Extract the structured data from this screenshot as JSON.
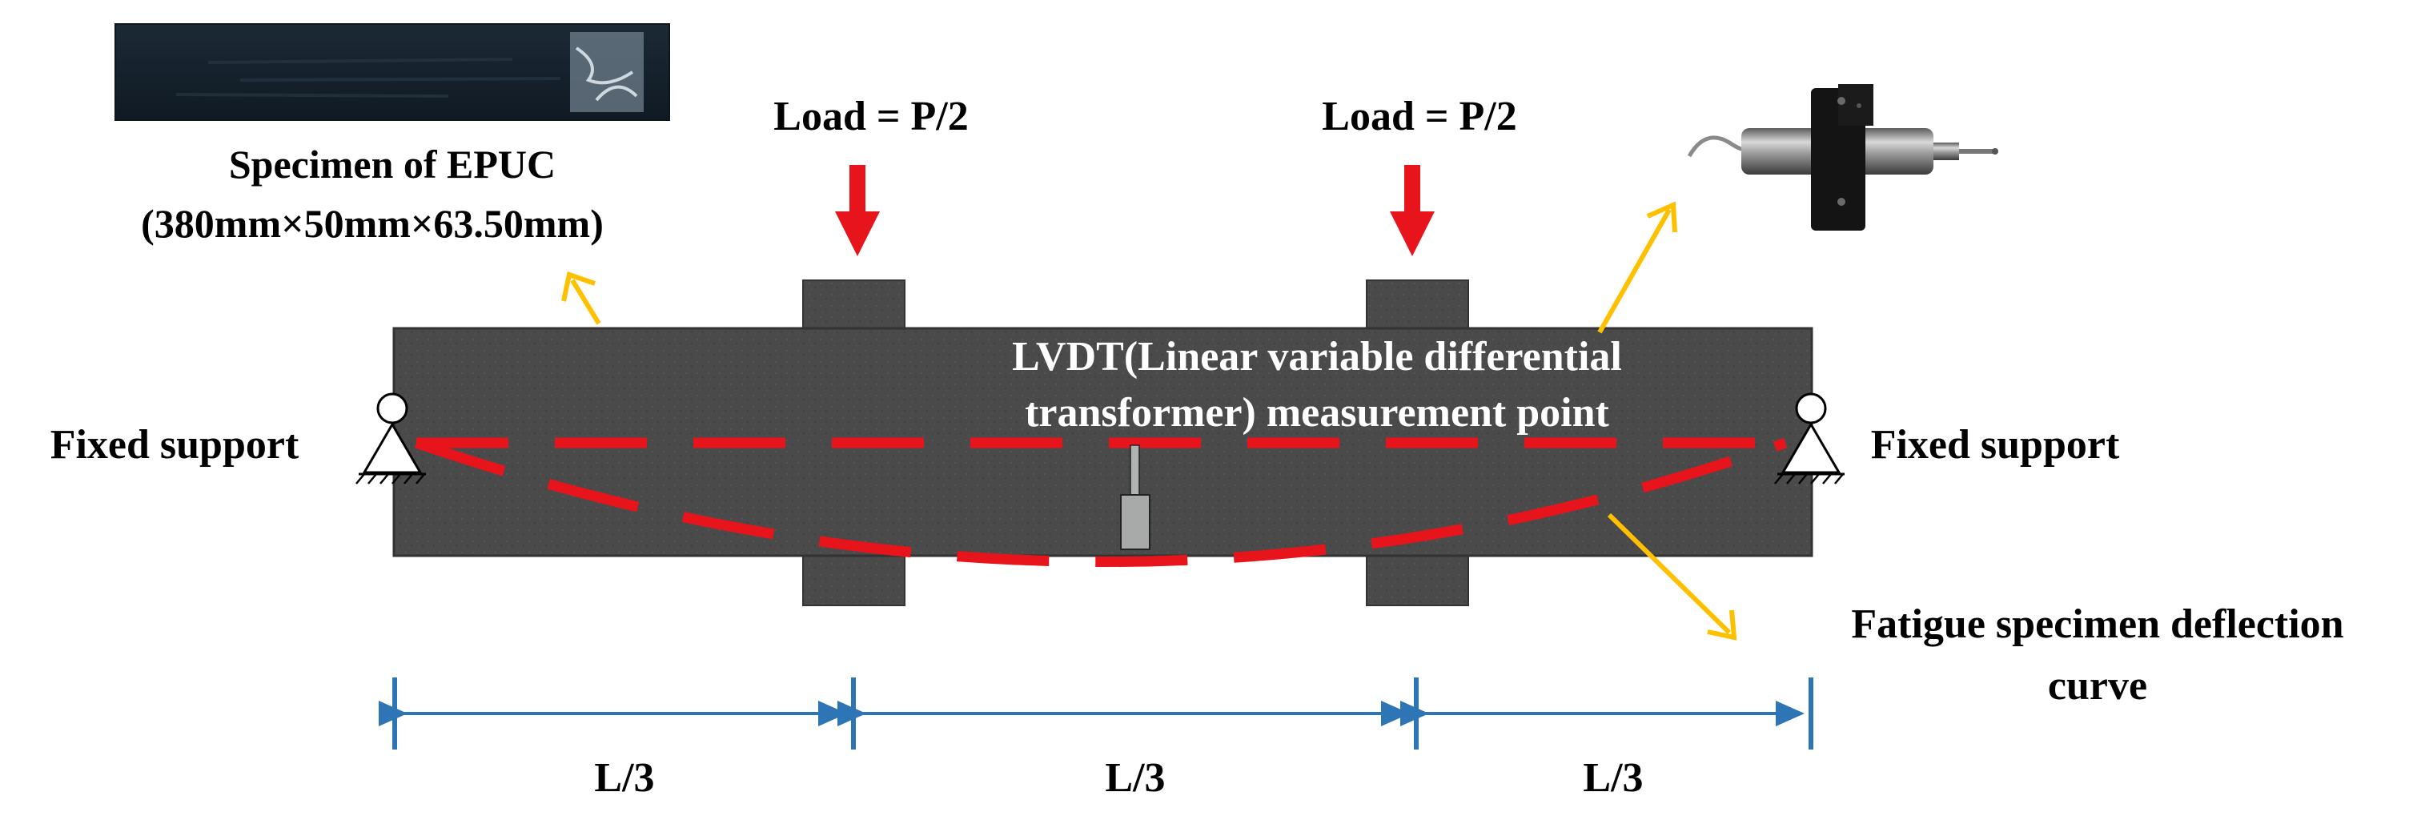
{
  "labels": {
    "specimen_title": "Specimen of  EPUC",
    "specimen_dims": "(380mm×50mm×63.50mm)",
    "load_left": "Load = P/2",
    "load_right": "Load = P/2",
    "lvdt_line1": "LVDT(Linear variable differential",
    "lvdt_line2": "transformer) measurement point",
    "support_left": "Fixed support",
    "support_right": "Fixed support",
    "deflection_line1": "Fatigue specimen deflection",
    "deflection_line2": "curve",
    "span_left": "L/3",
    "span_middle": "L/3",
    "span_right": "L/3"
  },
  "colors": {
    "beam": "#4a4a4a",
    "load_arrow": "#e8141b",
    "deflection_curve": "#e8141b",
    "pointer_arrow": "#ffc000",
    "dimension_line": "#2e75b6",
    "lvdt": "#a8aaa9",
    "background": "#ffffff"
  },
  "icons": {
    "support": "pin-support-icon",
    "lvdt_sensor": "lvdt-sensor-photo",
    "specimen": "specimen-photo"
  }
}
